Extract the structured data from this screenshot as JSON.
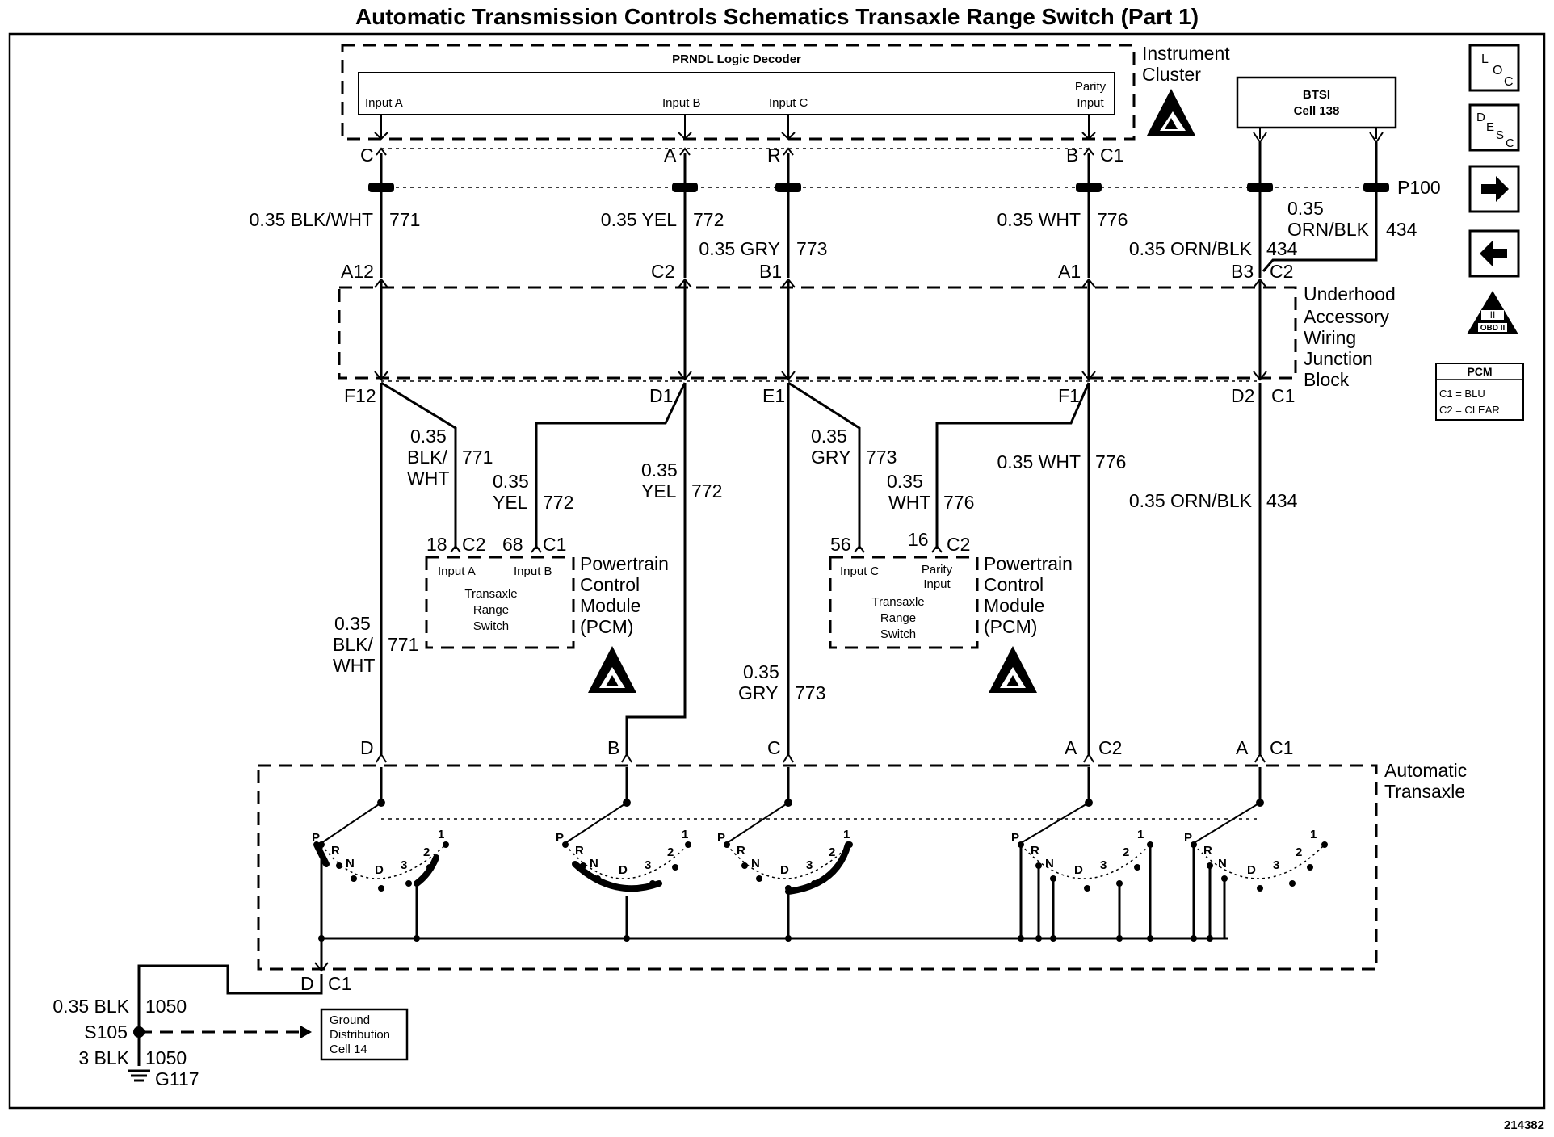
{
  "title": "Automatic Transmission Controls Schematics Transaxle Range Switch (Part 1)",
  "figure_id": "214382",
  "instrument_cluster": {
    "label_1": "Instrument",
    "label_2": "Cluster",
    "decoder_title": "PRNDL Logic Decoder",
    "inputs": [
      "Input A",
      "Input B",
      "Input C"
    ],
    "parity_1": "Parity",
    "parity_2": "Input"
  },
  "btsi": {
    "line_1": "BTSI",
    "line_2": "Cell 138"
  },
  "splice_p100": "P100",
  "upper_pins": {
    "c": "C",
    "a": "A",
    "r": "R",
    "b": "B",
    "c1": "C1"
  },
  "upper_wires": {
    "w771": {
      "gauge_color": "0.35 BLK/WHT",
      "circuit": "771"
    },
    "w772": {
      "gauge_color": "0.35 YEL",
      "circuit": "772"
    },
    "w773": {
      "gauge_color": "0.35 GRY",
      "circuit": "773"
    },
    "w776": {
      "gauge_color": "0.35 WHT",
      "circuit": "776"
    },
    "w434a_1": "0.35",
    "w434a_2": "ORN/BLK",
    "w434a_circuit": "434",
    "w434b": {
      "gauge_color": "0.35 ORN/BLK",
      "circuit": "434"
    }
  },
  "junction_top_pins": {
    "a12": "A12",
    "c2": "C2",
    "b1": "B1",
    "a1": "A1",
    "b3": "B3",
    "c2b": "C2"
  },
  "junction_block": [
    "Underhood",
    "Accessory",
    "Wiring",
    "Junction",
    "Block"
  ],
  "junction_bottom_pins": {
    "f12": "F12",
    "d1": "D1",
    "e1": "E1",
    "f1": "F1",
    "d2": "D2",
    "c1": "C1"
  },
  "lower_wires": {
    "l771": {
      "g": "0.35",
      "c1": "BLK/",
      "c2": "WHT",
      "circuit": "771"
    },
    "l772": {
      "g": "0.35",
      "c": "YEL",
      "circuit": "772"
    },
    "r772": {
      "g": "0.35",
      "c": "YEL",
      "circuit": "772"
    },
    "l773": {
      "g": "0.35",
      "c": "GRY",
      "circuit": "773"
    },
    "l776": {
      "g": "0.35",
      "c": "WHT",
      "circuit": "776"
    },
    "r776": {
      "gauge_color": "0.35 WHT",
      "circuit": "776"
    },
    "r434": {
      "gauge_color": "0.35 ORN/BLK",
      "circuit": "434"
    },
    "b771": {
      "g": "0.35",
      "c1": "BLK/",
      "c2": "WHT",
      "circuit": "771"
    },
    "b773": {
      "g": "0.35",
      "c": "GRY",
      "circuit": "773"
    }
  },
  "pcm_left": {
    "pin_18": "18",
    "conn_c2": "C2",
    "pin_68": "68",
    "conn_c1": "C1",
    "input_a": "Input A",
    "input_b": "Input B",
    "inner": [
      "Transaxle",
      "Range",
      "Switch"
    ],
    "label": [
      "Powertrain",
      "Control",
      "Module",
      "(PCM)"
    ]
  },
  "pcm_right": {
    "pin_56": "56",
    "pin_16": "16",
    "conn_c2": "C2",
    "input_c": "Input C",
    "parity_1": "Parity",
    "parity_2": "Input",
    "inner": [
      "Transaxle",
      "Range",
      "Switch"
    ],
    "label": [
      "Powertrain",
      "Control",
      "Module",
      "(PCM)"
    ]
  },
  "transaxle_pins": {
    "d": "D",
    "b": "B",
    "c": "C",
    "a1": "A",
    "c2": "C2",
    "a2": "A",
    "c1": "C1"
  },
  "transaxle_label": [
    "Automatic",
    "Transaxle"
  ],
  "range_positions": [
    "P",
    "R",
    "N",
    "D",
    "3",
    "2",
    "1"
  ],
  "ground": {
    "pin_d": "D",
    "pin_c1": "C1",
    "w1050a": {
      "gauge_color": "0.35 BLK",
      "circuit": "1050"
    },
    "splice": "S105",
    "w1050b": {
      "gauge_color": "3 BLK",
      "circuit": "1050"
    },
    "ground_id": "G117",
    "dist_1": "Ground",
    "dist_2": "Distribution",
    "dist_3": "Cell 14"
  },
  "side_icons": {
    "loc": {
      "a": "L",
      "b": "O",
      "c": "C"
    },
    "desc": {
      "a": "D",
      "b": "E",
      "c": "S",
      "d": "C"
    },
    "obd": {
      "a": "II",
      "b": "OBD II"
    },
    "pcm_box": {
      "title": "PCM",
      "c1": "C1 = BLU",
      "c2": "C2 = CLEAR"
    }
  },
  "icons": [
    "loc-icon",
    "desc-icon",
    "next-arrow-icon",
    "prev-arrow-icon",
    "obd-ii-icon",
    "esd-warning-icon"
  ]
}
